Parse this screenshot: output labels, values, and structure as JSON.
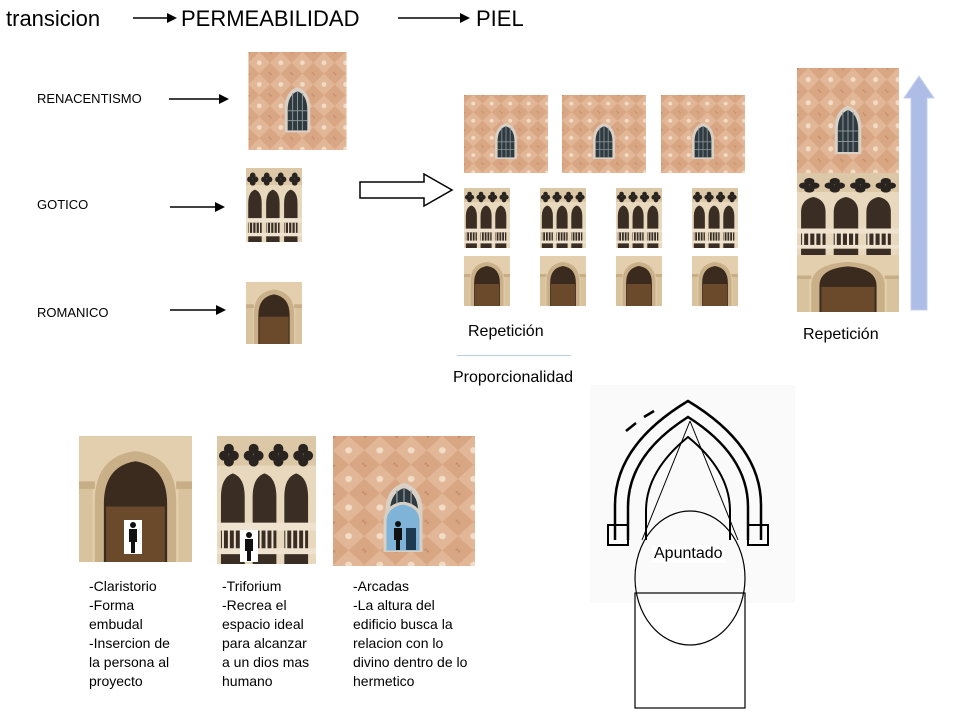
{
  "header": {
    "word1": "transicion",
    "word2": "PERMEABILIDAD",
    "word3": "PIEL"
  },
  "styles": {
    "renacentismo": "RENACENTISMO",
    "gotico": "GOTICO",
    "romanico": "ROMANICO"
  },
  "captions": {
    "repeticion_1": "Repetición",
    "repeticion_2": "Repetición",
    "proporcionalidad": "Proporcionalidad",
    "apuntado": "Apuntado"
  },
  "descriptions": {
    "col1": "-Claristorio\n-Forma\nembudal\n-Insercion de\nla persona al\nproyecto",
    "col2": "-Triforium\n-Recrea el\nespacio ideal\npara alcanzar\na un dios mas\nhumano",
    "col3": "-Arcadas\n-La altura del\nedificio busca la\nrelacion con lo\ndivino dentro de lo\nhermetico"
  },
  "colors": {
    "wall": "#d8a885",
    "stone": "#e8d8bd",
    "up_arrow": "#aebde6",
    "window": "#2e3a3f"
  }
}
